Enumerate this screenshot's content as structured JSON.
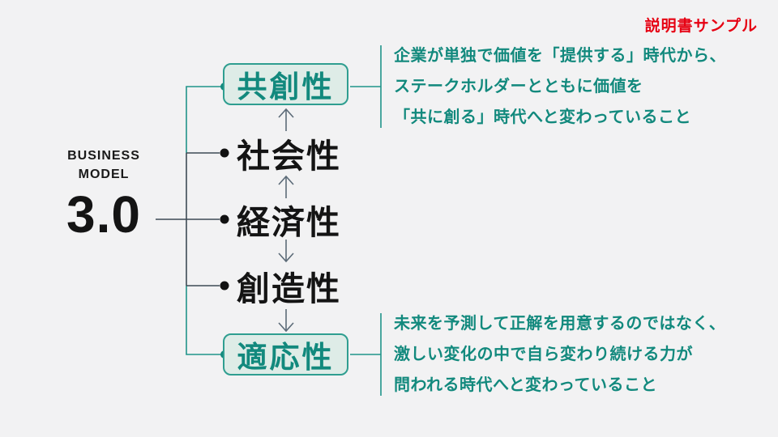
{
  "page": {
    "watermark": "説明書サンプル",
    "background_color": "#f2f2f3"
  },
  "colors": {
    "accent_teal": "#12897d",
    "teal_border": "#2f9e90",
    "teal_box_bg": "#deece7",
    "wire_dark": "#3d4a55",
    "arrow_gray": "#5c6b78",
    "text_black": "#141414",
    "watermark_red": "#e60012"
  },
  "brand": {
    "line1": "BUSINESS",
    "line2": "MODEL",
    "version": "3.0"
  },
  "diagram": {
    "items": [
      {
        "label": "共創性",
        "style": "boxed-teal"
      },
      {
        "label": "社会性",
        "style": "plain"
      },
      {
        "label": "経済性",
        "style": "plain"
      },
      {
        "label": "創造性",
        "style": "plain"
      },
      {
        "label": "適応性",
        "style": "boxed-teal"
      }
    ],
    "arrows": [
      {
        "from": "社会性",
        "to": "共創性",
        "direction": "up"
      },
      {
        "from": "経済性",
        "to": "社会性",
        "direction": "up"
      },
      {
        "from": "経済性",
        "to": "創造性",
        "direction": "down"
      },
      {
        "from": "創造性",
        "to": "適応性",
        "direction": "down"
      }
    ],
    "annotations": [
      {
        "target": "共創性",
        "lines": [
          "企業が単独で価値を「提供する」時代から、",
          "ステークホルダーとともに価値を",
          "「共に創る」時代へと変わっていること"
        ]
      },
      {
        "target": "適応性",
        "lines": [
          "未来を予測して正解を用意するのではなく、",
          "激しい変化の中で自ら変わり続ける力が",
          "問われる時代へと変わっていること"
        ]
      }
    ]
  }
}
